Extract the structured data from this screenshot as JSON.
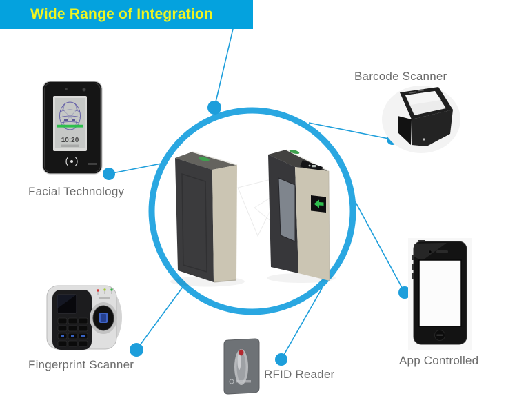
{
  "banner": {
    "title": "Wide Range of Integration"
  },
  "devices": {
    "facial": {
      "label": "Facial Technology",
      "screen_time": "10:20"
    },
    "barcode": {
      "label": "Barcode Scanner"
    },
    "fingerprint": {
      "label": "Fingerprint Scanner"
    },
    "rfid": {
      "label": "RFID Reader"
    },
    "app": {
      "label": "App Controlled"
    }
  },
  "colors": {
    "banner_bg": "#04A2DE",
    "banner_text": "#EFF421",
    "accent_blue": "#1D9EDB",
    "ring_blue": "#2AA7E1",
    "label_gray": "#6B6B6B"
  }
}
